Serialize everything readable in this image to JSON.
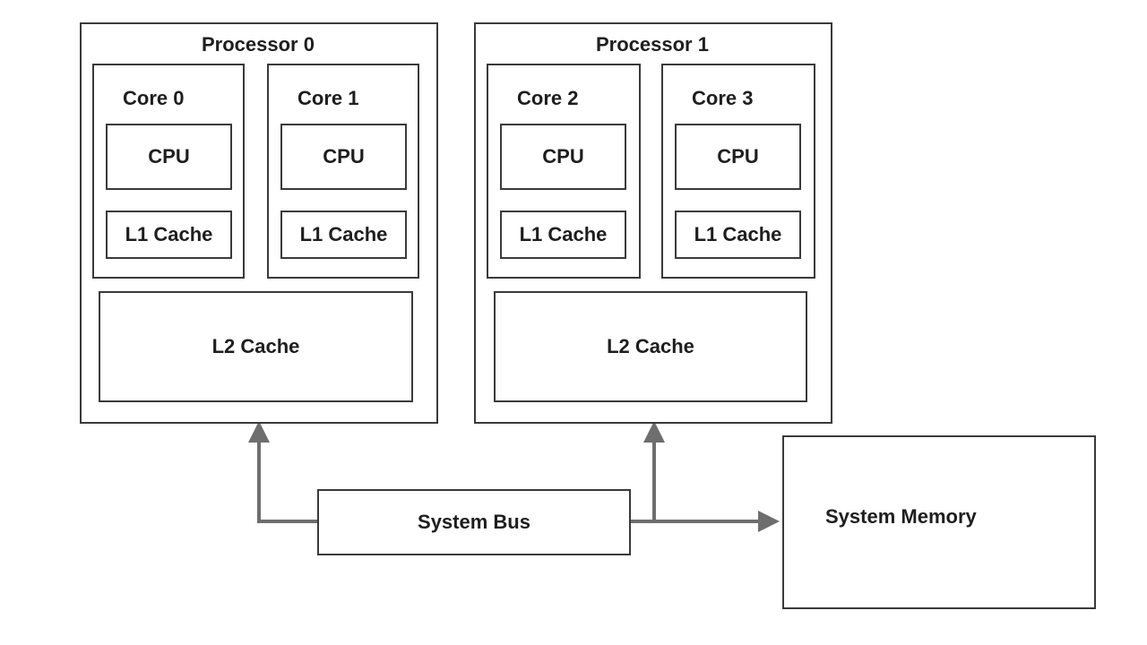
{
  "processors": [
    {
      "title": "Processor 0",
      "cores": [
        {
          "title": "Core 0",
          "cpu": "CPU",
          "l1": "L1 Cache"
        },
        {
          "title": "Core 1",
          "cpu": "CPU",
          "l1": "L1 Cache"
        }
      ],
      "l2": "L2 Cache"
    },
    {
      "title": "Processor 1",
      "cores": [
        {
          "title": "Core 2",
          "cpu": "CPU",
          "l1": "L1 Cache"
        },
        {
          "title": "Core 3",
          "cpu": "CPU",
          "l1": "L1 Cache"
        }
      ],
      "l2": "L2 Cache"
    }
  ],
  "bus": {
    "label": "System Bus"
  },
  "memory": {
    "label": "System Memory"
  },
  "colors": {
    "line": "#3a3a3a",
    "arrow": "#6e6e6e"
  }
}
